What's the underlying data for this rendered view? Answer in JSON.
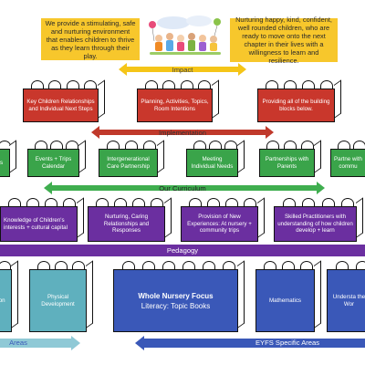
{
  "notes": {
    "left": "We provide a stimulating, safe and nurturing environment that enables children to thrive as they learn through their play.",
    "right": "Nurturing happy, kind, confident, well rounded children, who are ready to move onto the next chapter in their lives with a willingness to learn and resilience."
  },
  "bands": {
    "impact": "Impact",
    "implementation": "Implementation",
    "curriculum": "Our Curriculum",
    "pedagogy": "Pedagogy",
    "areas_left": "Areas",
    "eyfs": "EYFS Specific Areas"
  },
  "impact_bricks": [
    "Key Children Relationships and Individual Next Steps",
    "Planning, Activities, Topics, Room Intentions",
    "Providing all of the building blocks below."
  ],
  "implementation_bricks": [
    "s",
    "Events + Trips Calendar",
    "Intergenerational Care Partnership",
    "Meeting Individual Needs",
    "Partnerships with Parents",
    "Partne with commu"
  ],
  "curriculum_bricks": [
    "Knowledge of Children's interests + cultural capital",
    "Nurturing, Caring Relationships and Responses",
    "Provision of New Experiences: At nursery + community trips",
    "Skilled Practitioners with understanding of how children develop + learn"
  ],
  "area_bricks": {
    "left_partial": "ion",
    "physical": "Physical Development",
    "focus_title": "Whole Nursery Focus",
    "focus_sub": "Literacy: Topic Books",
    "maths": "Mathematics",
    "understanding": "Understa the Wor"
  },
  "colors": {
    "impact_arrow": "#f5c518",
    "implementation_arrow": "#c0392b",
    "curriculum_arrow": "#3fae4f",
    "pedagogy_bar": "#6b2fa0",
    "areas_arrow": "#3a58b8",
    "areas_left_arrow": "#8fc9d6"
  }
}
